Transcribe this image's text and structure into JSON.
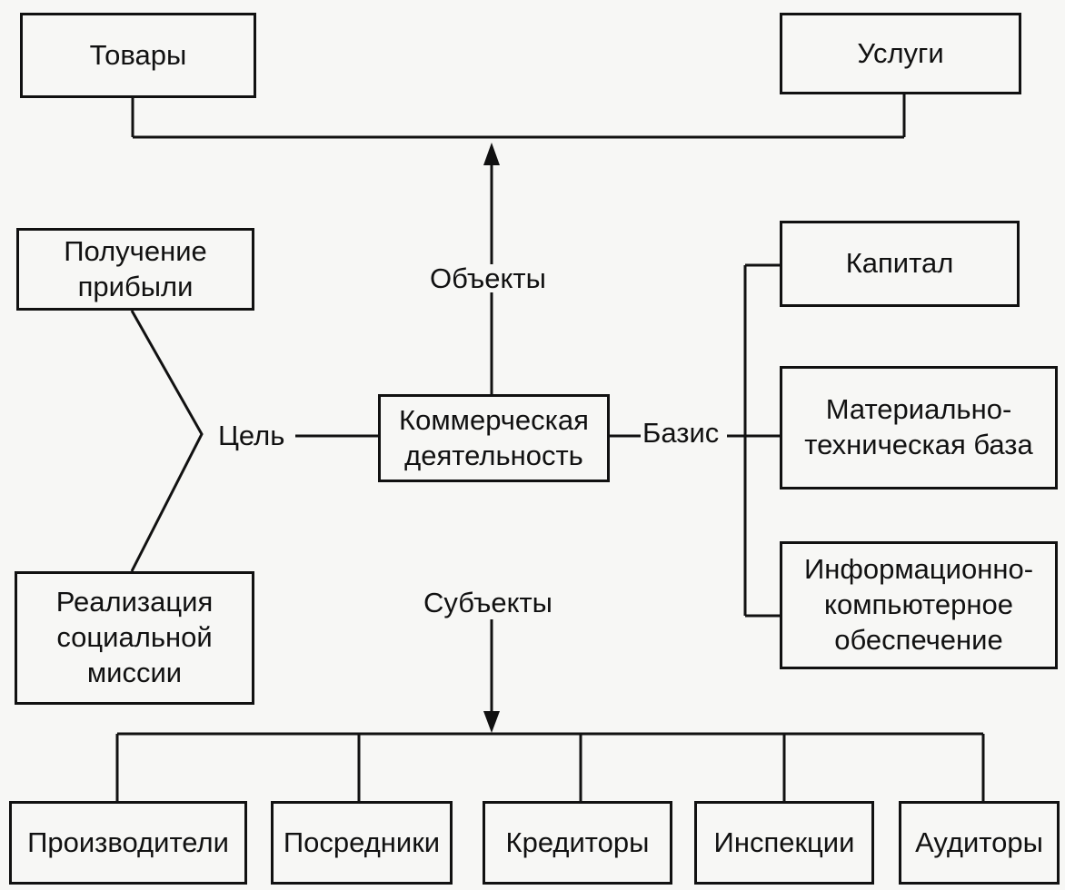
{
  "objects_label": "Объекты",
  "subjects_label": "Субъекты",
  "goal_label": "Цель",
  "basis_label": "Базис",
  "center": "Коммерческая\nдеятельность",
  "objects": [
    "Товары",
    "Услуги"
  ],
  "goals": [
    "Получение\nприбыли",
    "Реализация\nсоциальной\nмиссии"
  ],
  "basis": [
    "Капитал",
    "Материально-\nтехническая база",
    "Информационно-\nкомпьютерное\nобеспечение"
  ],
  "subjects": [
    "Производители",
    "Посредники",
    "Кредиторы",
    "Инспекции",
    "Аудиторы"
  ]
}
